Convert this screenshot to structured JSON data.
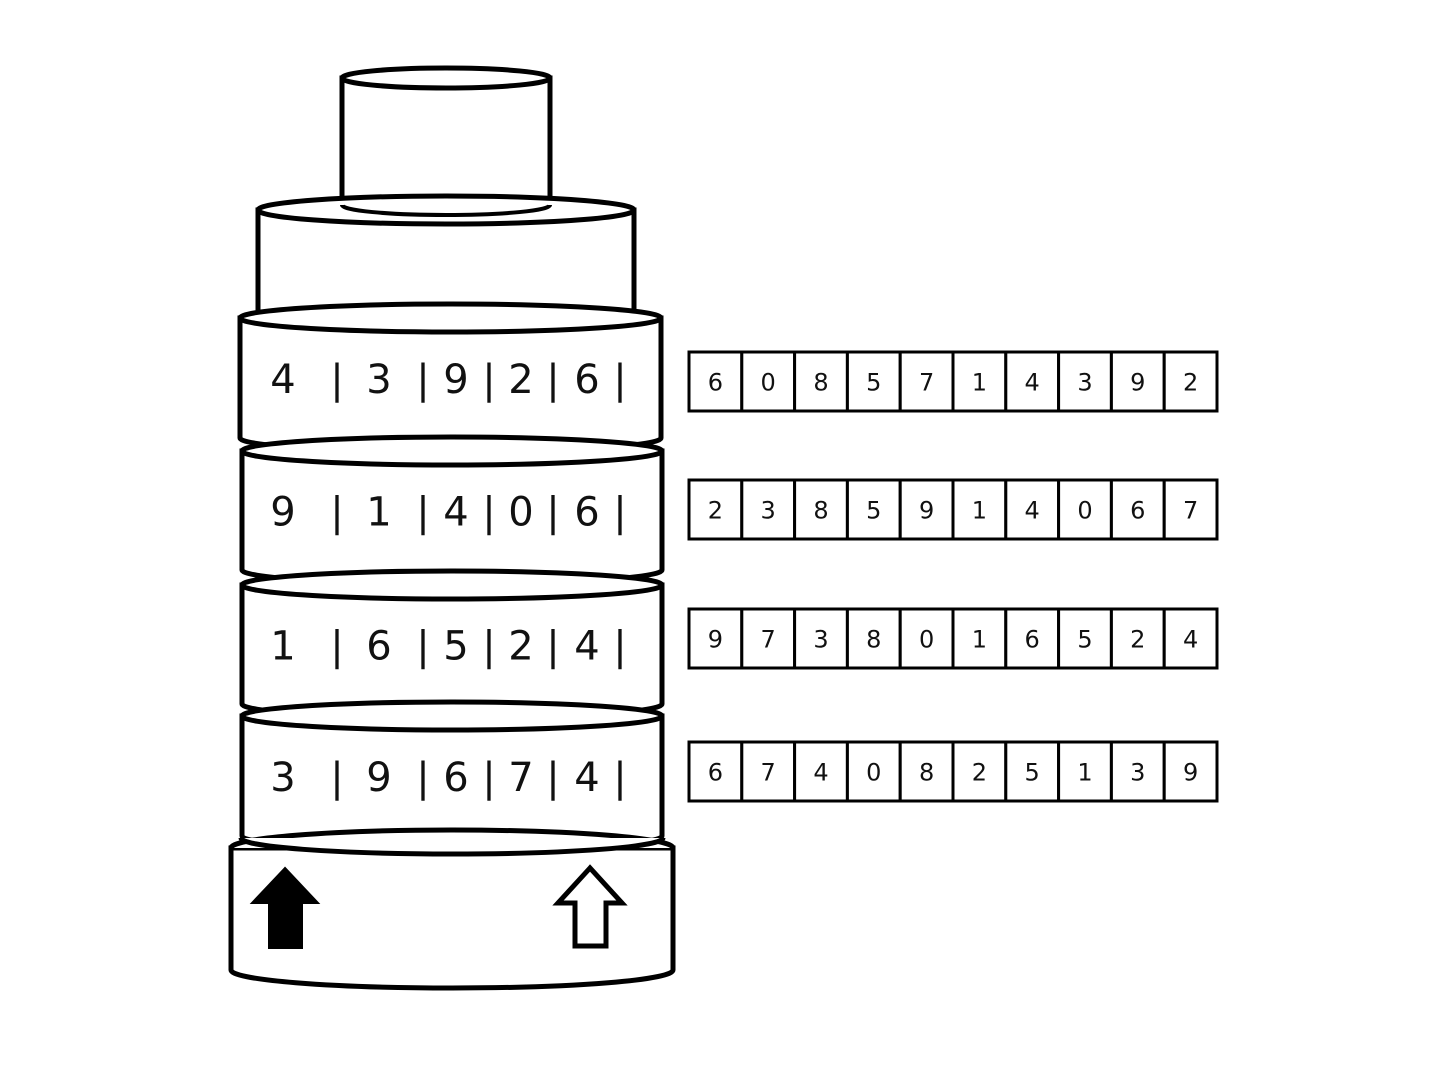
{
  "rings": [
    {
      "digits": [
        "4",
        "3",
        "9",
        "2",
        "6"
      ]
    },
    {
      "digits": [
        "9",
        "1",
        "4",
        "0",
        "6"
      ]
    },
    {
      "digits": [
        "1",
        "6",
        "5",
        "2",
        "4"
      ]
    },
    {
      "digits": [
        "3",
        "9",
        "6",
        "7",
        "4"
      ]
    }
  ],
  "separator": "|",
  "strips": [
    [
      "6",
      "0",
      "8",
      "5",
      "7",
      "1",
      "4",
      "3",
      "9",
      "2"
    ],
    [
      "2",
      "3",
      "8",
      "5",
      "9",
      "1",
      "4",
      "0",
      "6",
      "7"
    ],
    [
      "9",
      "7",
      "3",
      "8",
      "0",
      "1",
      "6",
      "5",
      "2",
      "4"
    ],
    [
      "6",
      "7",
      "4",
      "0",
      "8",
      "2",
      "5",
      "1",
      "3",
      "9"
    ]
  ],
  "base_arrows": [
    {
      "icon": "arrow-up-filled-icon",
      "style": "filled"
    },
    {
      "icon": "arrow-up-outline-icon",
      "style": "outline"
    }
  ],
  "colors": {
    "stroke": "#000000",
    "fill": "#ffffff",
    "filled_arrow": "#000000"
  }
}
